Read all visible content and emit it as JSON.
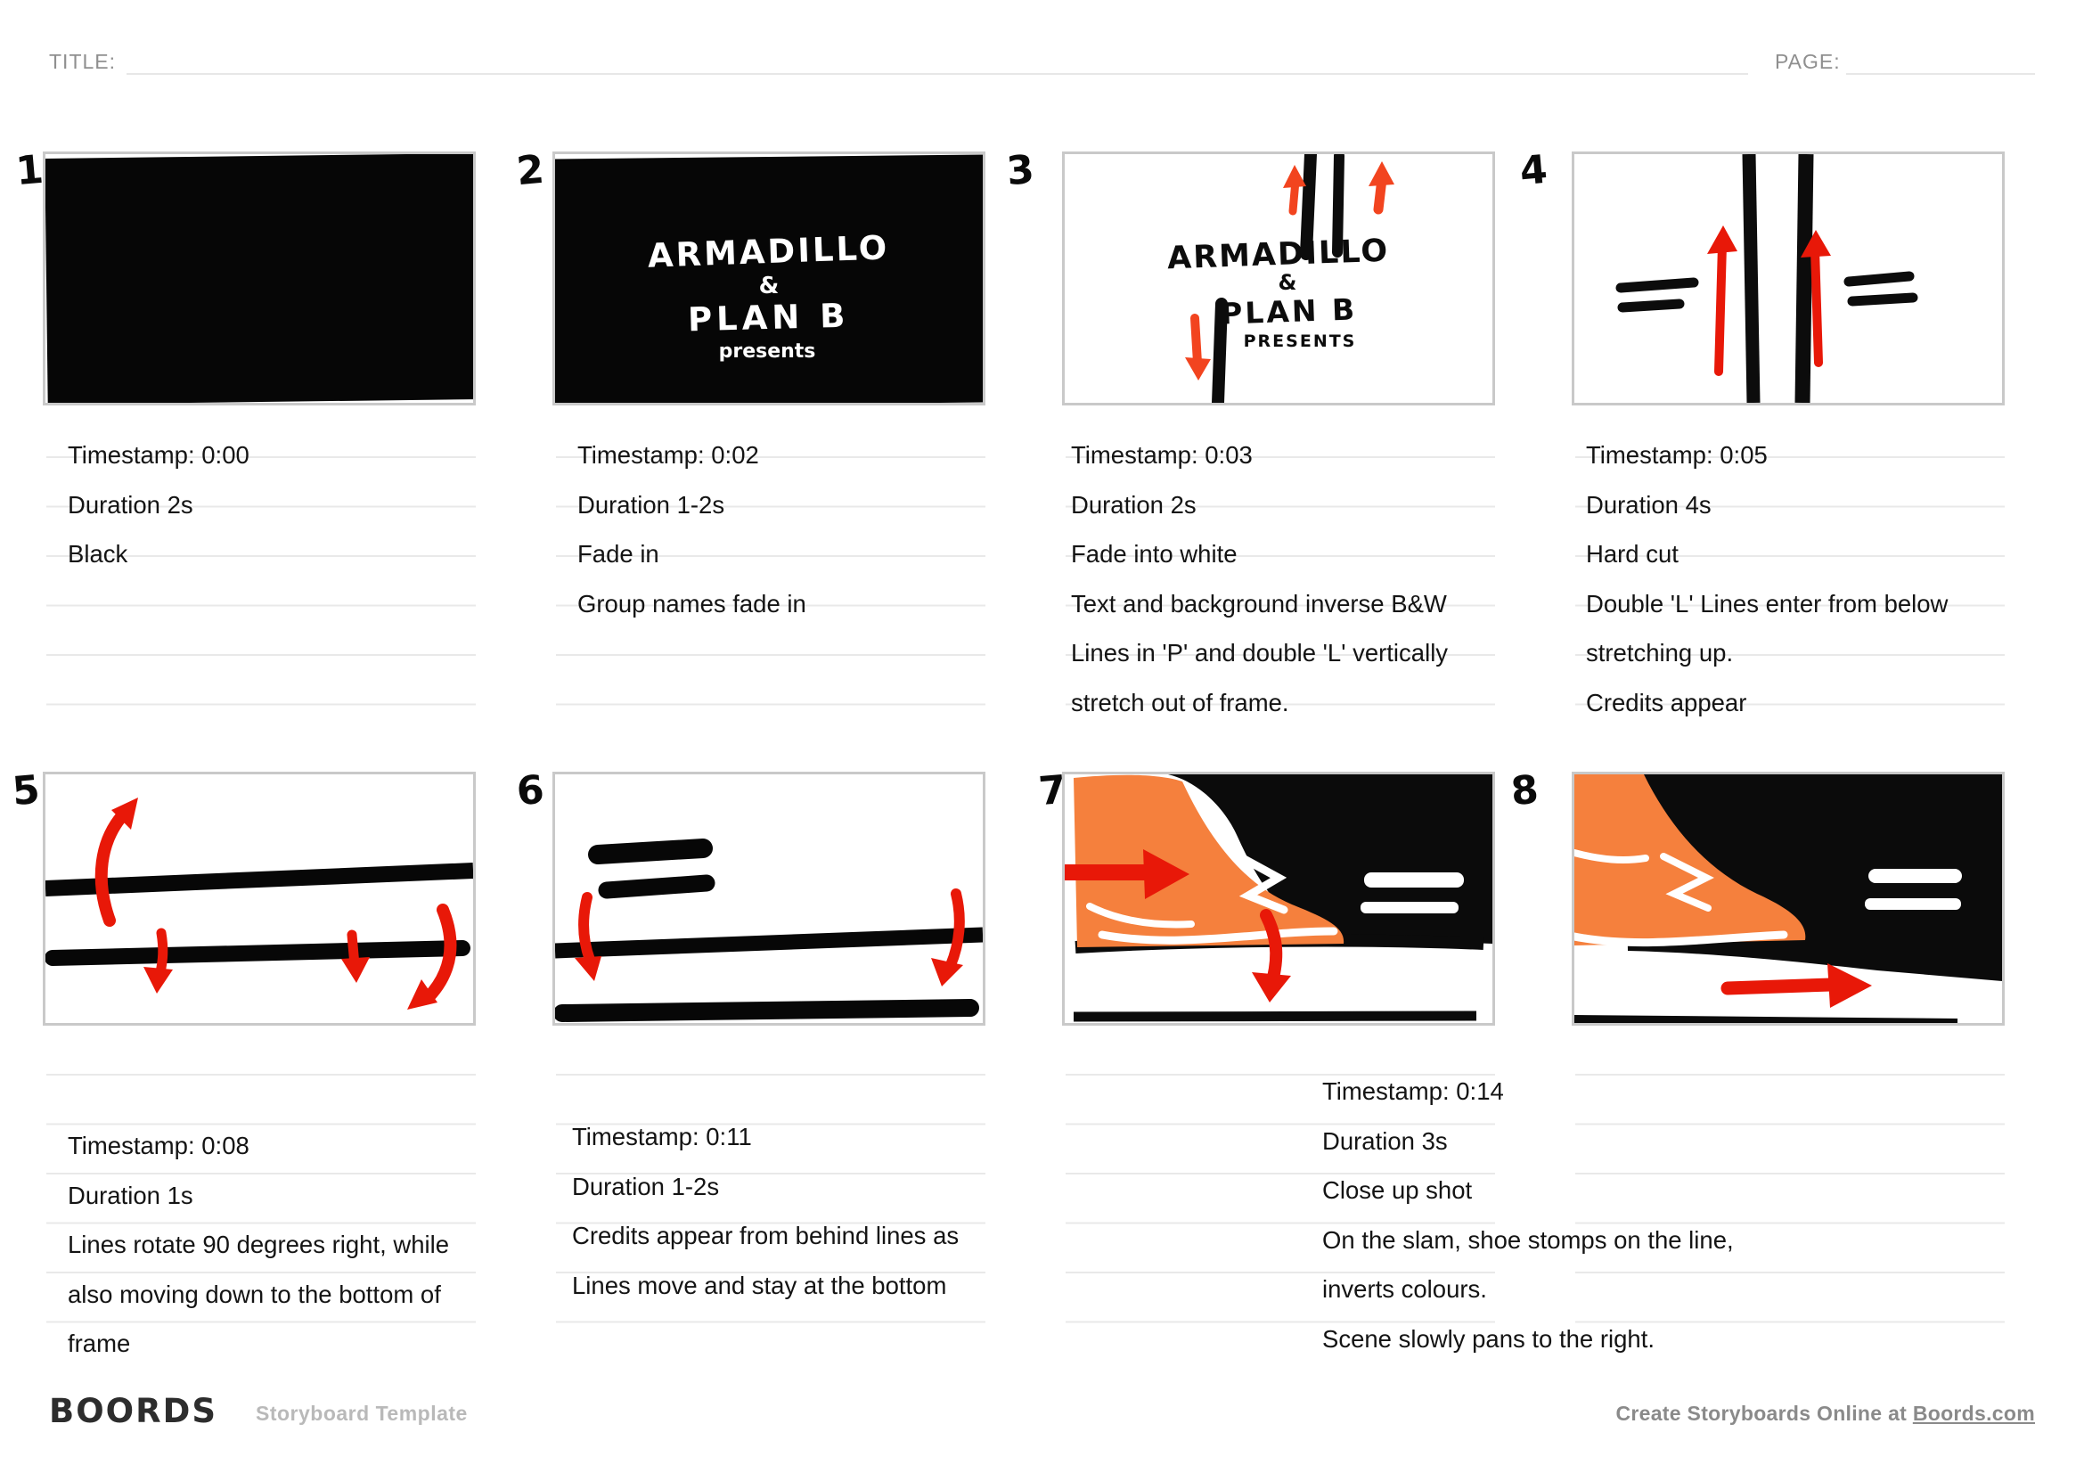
{
  "header": {
    "title_label": "TITLE:",
    "page_label": "PAGE:"
  },
  "panels": [
    {
      "number": "1",
      "notes": [
        "Timestamp: 0:00",
        "Duration 2s",
        "Black"
      ]
    },
    {
      "number": "2",
      "drawing_text": {
        "line1": "ARMADILLO",
        "amp": "&",
        "line2": "PLAN B",
        "line3": "presents"
      },
      "notes": [
        "Timestamp: 0:02",
        "Duration 1-2s",
        "Fade in",
        "Group names fade in"
      ]
    },
    {
      "number": "3",
      "drawing_text": {
        "line1": "ARMADILLO",
        "amp": "&",
        "line2": "PLAN B",
        "line3": "PRESENTS"
      },
      "notes": [
        "Timestamp: 0:03",
        "Duration 2s",
        "Fade into white",
        "Text and background inverse B&W",
        "Lines in 'P' and double 'L' vertically stretch out of frame."
      ]
    },
    {
      "number": "4",
      "notes": [
        "Timestamp: 0:05",
        "Duration 4s",
        "Hard cut",
        "Double 'L' Lines enter from below stretching up.",
        "Credits appear"
      ]
    },
    {
      "number": "5",
      "notes": [
        "Timestamp: 0:08",
        "Duration 1s",
        "Lines rotate 90 degrees right, while also moving down to the bottom of frame"
      ]
    },
    {
      "number": "6",
      "notes": [
        "Timestamp: 0:11",
        "Duration 1-2s",
        "Credits appear from behind lines as Lines move and stay at the bottom"
      ]
    },
    {
      "number": "7",
      "notes": [
        "Timestamp: 0:14",
        "Duration 3s",
        "Close up shot",
        "On the slam, shoe stomps on the line, inverts colours.",
        "Scene slowly pans to the right."
      ]
    },
    {
      "number": "8",
      "notes": []
    }
  ],
  "footer": {
    "logo": "BOORDS",
    "tagline": "Storyboard Template",
    "cta_text": "Create Storyboards Online at ",
    "cta_link": "Boords.com"
  },
  "colors": {
    "ink_black": "#0a0a0a",
    "arrow_red": "#e81808",
    "arrow_red_warm": "#f2441f",
    "shoe_orange": "#f5803d",
    "rule_gray": "#e9e9e9",
    "label_gray": "#8f8f8f",
    "frame_border": "#c9c9c9"
  }
}
